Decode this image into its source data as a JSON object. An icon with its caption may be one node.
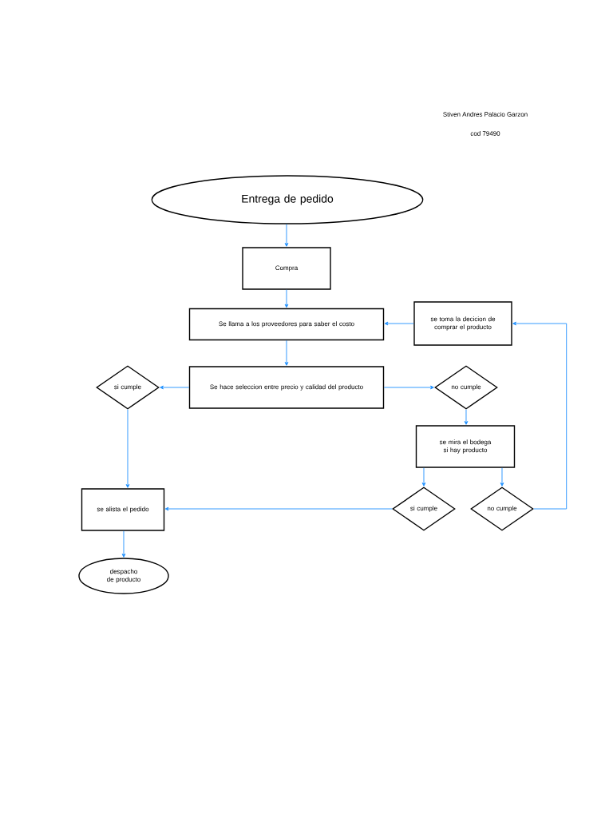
{
  "diagram": {
    "nodes": [
      {
        "text": [
          "Entrega de pedido"
        ]
      },
      {
        "text": [
          "Compra"
        ]
      },
      {
        "text": [
          "Se llama a los proveedores para saber el costo"
        ]
      },
      {
        "text": [
          "se toma la decicion de comprar el producto"
        ]
      },
      {
        "text": [
          "si cumple"
        ]
      },
      {
        "text": [
          "Se hace seleccion entre precio y calidad del producto"
        ]
      },
      {
        "text": [
          "no cumple"
        ]
      },
      {
        "text": [
          "se mira el bodega si hay producto"
        ]
      },
      {
        "text": [
          "se alista el pedido"
        ]
      },
      {
        "text": [
          "si cumple"
        ]
      },
      {
        "text": [
          "no cumple"
        ]
      },
      {
        "text": [
          "despacho de producto"
        ]
      }
    ],
    "edges": [
      {
        "from": 0,
        "to": 1,
        "arrow": "to"
      },
      {
        "from": 1,
        "to": 2,
        "arrow": "to"
      },
      {
        "from": 3,
        "to": 2,
        "arrow": "to"
      },
      {
        "from": 2,
        "to": 5,
        "arrow": "to"
      },
      {
        "from": 5,
        "to": 4,
        "arrow": "to"
      },
      {
        "from": 5,
        "to": 6,
        "arrow": "to"
      },
      {
        "from": 6,
        "to": 7,
        "arrow": "to"
      },
      {
        "from": 4,
        "to": 8,
        "arrow": "to"
      },
      {
        "from": 7,
        "to": 9,
        "arrow": "to"
      },
      {
        "from": 7,
        "to": 10,
        "arrow": "to"
      },
      {
        "from": 9,
        "to": 8,
        "arrow": "to"
      },
      {
        "from": 10,
        "to": 3,
        "arrow": "to"
      },
      {
        "from": 8,
        "to": 11,
        "arrow": "to"
      }
    ],
    "labels": [
      "Stiven Andres Palacio Garzon",
      "cod 79490"
    ]
  }
}
